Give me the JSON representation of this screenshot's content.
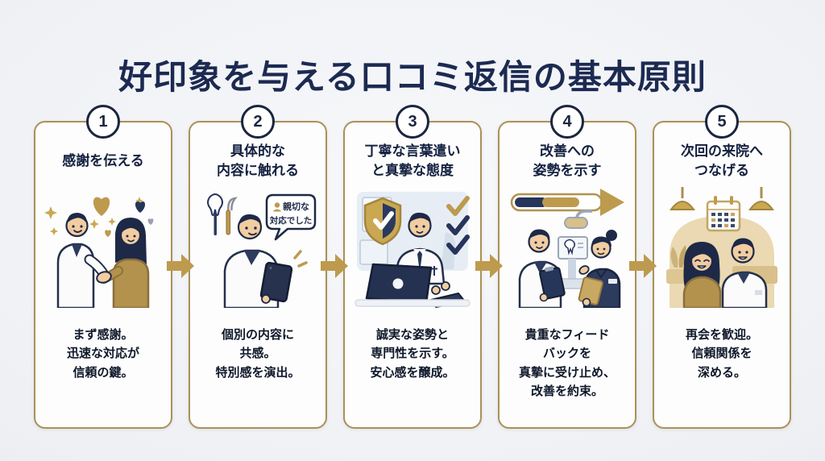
{
  "title": "好印象を与える口コミ返信の基本原則",
  "colors": {
    "navy": "#1b2540",
    "title_navy": "#1c2a52",
    "gold_border": "#ab9157",
    "gold_arrow": "#bd9a4e",
    "background": "#eef0f4",
    "card_background": "#fdfdfd"
  },
  "steps": [
    {
      "number": "1",
      "title": "感謝を伝える",
      "description": "まず感謝。\n迅速な対応が\n信頼の鍵。",
      "illustration": "doctor-patient-handshake-with-hearts"
    },
    {
      "number": "2",
      "title": "具体的な\n内容に触れる",
      "description": "個別の内容に\n共感。\n特別感を演出。",
      "illustration": "doctor-reading-review-on-tablet",
      "bubble_line1": "親切な",
      "bubble_line2": "対応でした"
    },
    {
      "number": "3",
      "title": "丁寧な言葉遣い\nと真摯な態度",
      "description": "誠実な姿勢と\n専門性を示す。\n安心感を醸成。",
      "illustration": "doctor-typing-reply-on-laptop-with-shield"
    },
    {
      "number": "4",
      "title": "改善への\n姿勢を示す",
      "description": "貴重なフィード\nバックを\n真摯に受け止め、\n改善を約束。",
      "illustration": "doctor-and-nurse-discussing-improvement"
    },
    {
      "number": "5",
      "title": "次回の来院へ\nつなげる",
      "description": "再会を歓迎。\n信頼関係を\n深める。",
      "illustration": "patient-returning-to-clinic"
    }
  ]
}
